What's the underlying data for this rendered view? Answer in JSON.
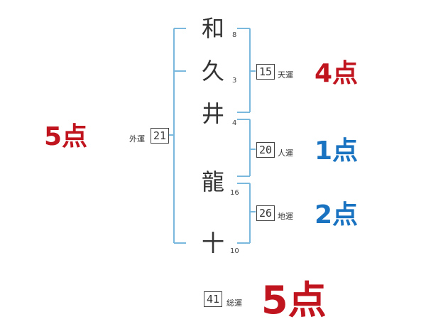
{
  "name_chars": [
    {
      "char": "和",
      "strokes": "8"
    },
    {
      "char": "久",
      "strokes": "3"
    },
    {
      "char": "井",
      "strokes": "4"
    },
    {
      "char": "龍",
      "strokes": "16"
    },
    {
      "char": "十",
      "strokes": "10"
    }
  ],
  "unkaku": {
    "tenkaku": {
      "value": "15",
      "label": "天運",
      "score": "4点",
      "color": "#c0151f"
    },
    "jinkaku": {
      "value": "20",
      "label": "人運",
      "score": "1点",
      "color": "#1a73c0"
    },
    "chikaku": {
      "value": "26",
      "label": "地運",
      "score": "2点",
      "color": "#1a73c0"
    },
    "gaikaku": {
      "value": "21",
      "label": "外運",
      "score": "5点",
      "color": "#c0151f"
    },
    "soukaku": {
      "value": "41",
      "label": "総運",
      "score": "5点",
      "color": "#c0151f"
    }
  },
  "colors": {
    "bracket": "#7ab8dd"
  }
}
